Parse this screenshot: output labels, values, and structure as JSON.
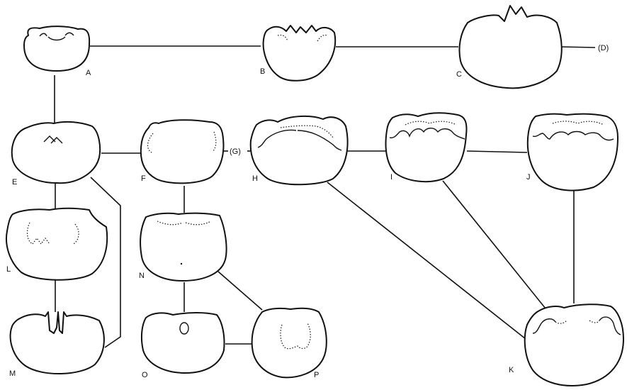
{
  "labels": {
    "A": "A",
    "B": "B",
    "C": "C",
    "D": "(D)",
    "E": "E",
    "F": "F",
    "G": "(G)",
    "H": "H",
    "I": "I",
    "J": "J",
    "K": "K",
    "L": "L",
    "M": "M",
    "N": "N",
    "O": "O",
    "P": "P"
  }
}
